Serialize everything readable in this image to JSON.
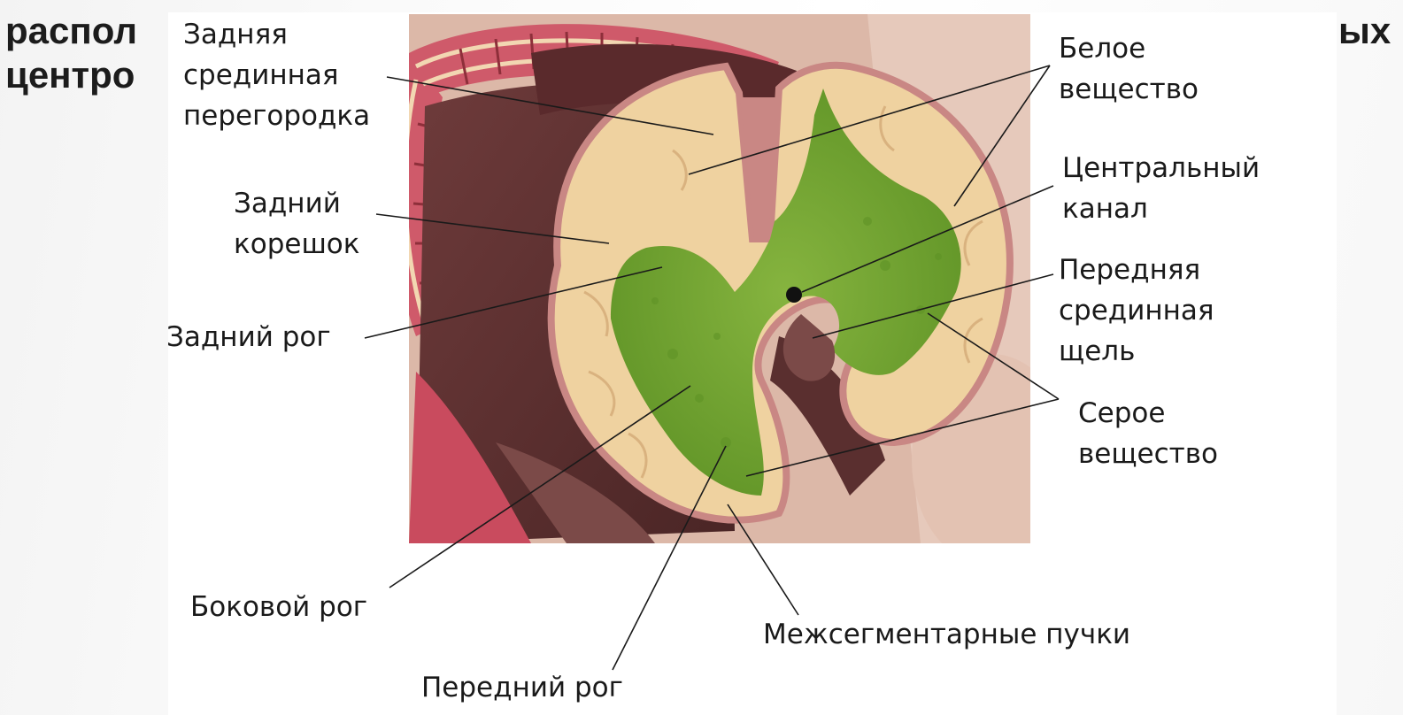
{
  "slide": {
    "title_lines": [
      "распол",
      "центро"
    ],
    "title_right_fragment": "ых"
  },
  "labels": {
    "posterior_median_septum": [
      "Задняя",
      "срединная",
      "перегородка"
    ],
    "posterior_root": [
      "Задний",
      "корешок"
    ],
    "posterior_horn": "Задний рог",
    "lateral_horn": "Боковой рог",
    "anterior_horn": "Передний рог",
    "intersegmental_bundles": "Межсегментарные пучки",
    "white_matter": [
      "Белое",
      "вещество"
    ],
    "central_canal": [
      "Центральный",
      "канал"
    ],
    "anterior_median_fissure": [
      "Передняя",
      "срединная",
      "щель"
    ],
    "gray_matter": [
      "Серое",
      "вещество"
    ]
  },
  "colors": {
    "white_matter": "#efd2a0",
    "gray_matter": "#7aaa35",
    "pia_mater": "#c98784",
    "root_dark": "#5a2f2f",
    "vertebra_red": "#cf5a6a",
    "leader_line": "#1a1a1a"
  }
}
